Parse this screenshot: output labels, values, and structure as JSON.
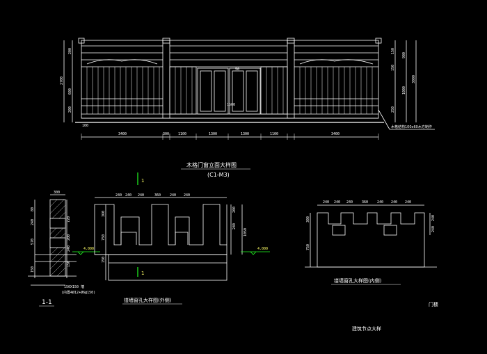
{
  "drawing": {
    "elevation_title": "木格门窗立面大样图",
    "elevation_code": "(C1-M3)",
    "section_label": "1-1",
    "section_mark": "1",
    "outer_title": "镂墙窗孔大样图(外侧)",
    "inner_title": "镂墙窗孔大样图(内侧)",
    "sheet_title": "建筑节点大样",
    "corner_note": "门楼",
    "leader_note": "木格结构100x60木方制作",
    "level_mark": "4.000",
    "rebar_note_1": "150X150 墙",
    "rebar_note_2": "(内置4Ø12+Ø6@150)"
  },
  "dims": {
    "top_width": [
      "3400",
      "300",
      "1100",
      "1300",
      "1300",
      "1100",
      "3400"
    ],
    "left_heights": [
      "200",
      "2700",
      "600",
      "200",
      "100"
    ],
    "right_heights": [
      "150",
      "900",
      "150",
      "1000",
      "250",
      "3000"
    ],
    "door_mark": "1500",
    "door_gap": "50",
    "outer_top": [
      "240",
      "240",
      "240",
      "360",
      "240",
      "240"
    ],
    "outer_left": [
      "360",
      "750",
      "150"
    ],
    "outer_right": [
      "200",
      "240",
      "1050"
    ],
    "inner_top": [
      "240",
      "240",
      "240",
      "360",
      "240",
      "240",
      "240"
    ],
    "inner_left": [
      "300",
      "750"
    ],
    "inner_right": [
      "240",
      "240"
    ],
    "section_top": "300",
    "section_left": [
      "80",
      "240",
      "570",
      "150"
    ],
    "section_mid": [
      "720",
      "200",
      "240",
      "150"
    ]
  },
  "colors": {
    "line": "#ffffff",
    "accent_green": "#22ff22",
    "accent_yellow": "#ffff66"
  }
}
